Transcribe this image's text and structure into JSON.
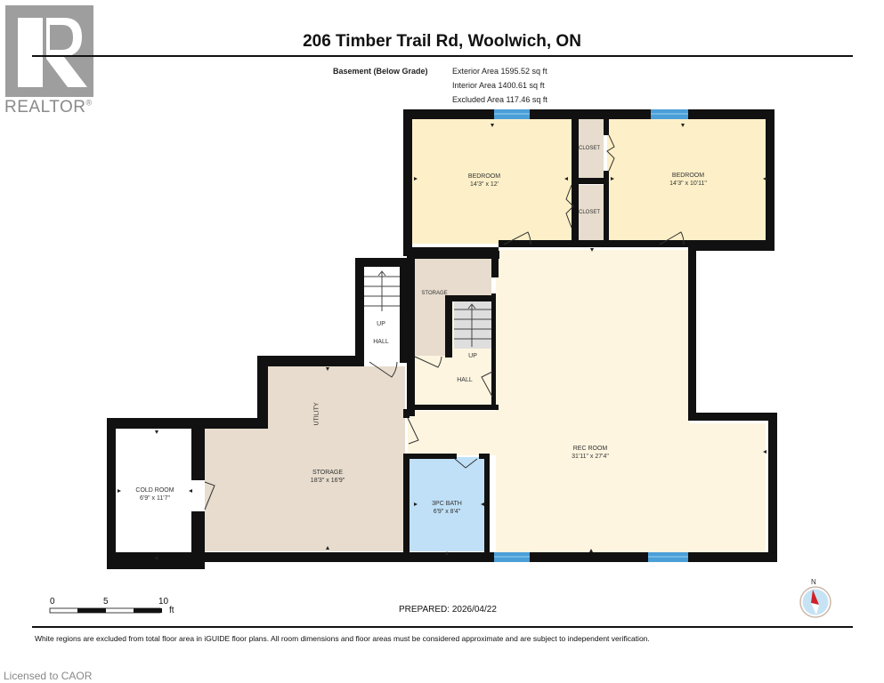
{
  "branding": {
    "logo_letter": "R",
    "logo_text": "REALTOR",
    "registered_mark": "®",
    "licensed_text": "Licensed to CAOR"
  },
  "header": {
    "title": "206 Timber Trail Rd, Woolwich, ON",
    "level_label": "Basement (Below Grade)",
    "exterior_area": "Exterior Area 1595.52 sq ft",
    "interior_area": "Interior Area 1400.61 sq ft",
    "excluded_area": "Excluded Area 117.46 sq ft"
  },
  "rooms": [
    {
      "name": "BEDROOM",
      "dims": "14'3\" x 12'",
      "fill": "#fdf0c8"
    },
    {
      "name": "CLOSET",
      "dims": "",
      "fill": "#e7dccd"
    },
    {
      "name": "BEDROOM",
      "dims": "14'3\" x 10'11\"",
      "fill": "#fdf0c8"
    },
    {
      "name": "CLOSET",
      "dims": "",
      "fill": "#e7dccd"
    },
    {
      "name": "STORAGE",
      "dims": "",
      "fill": "#e7dccd"
    },
    {
      "name": "UP",
      "dims": "",
      "fill": "#ffffff"
    },
    {
      "name": "HALL",
      "dims": "",
      "fill": "#ffffff"
    },
    {
      "name": "UP",
      "dims": "",
      "fill": "#fdf5e0"
    },
    {
      "name": "HALL",
      "dims": "",
      "fill": "#fdf5e0"
    },
    {
      "name": "UTILITY",
      "dims": "",
      "fill": "#e7dccd"
    },
    {
      "name": "STORAGE",
      "dims": "18'3\" x 16'9\"",
      "fill": "#e7dccd"
    },
    {
      "name": "COLD ROOM",
      "dims": "6'9\" x 11'7\"",
      "fill": "#ffffff"
    },
    {
      "name": "3PC BATH",
      "dims": "6'9\" x 8'4\"",
      "fill": "#bfe0f7"
    },
    {
      "name": "REC ROOM",
      "dims": "31'11\" x 27'4\"",
      "fill": "#fdf5e0"
    }
  ],
  "scale_bar": {
    "ticks": [
      "0",
      "5",
      "10"
    ],
    "unit": "ft"
  },
  "footer": {
    "prepared": "PREPARED: 2026/04/22",
    "disclaimer": "White regions are excluded from total floor area in iGUIDE floor plans. All room dimensions and floor areas must be considered approximate and are subject to independent verification.",
    "compass_label": "N"
  },
  "colors": {
    "wall": "#111111",
    "window": "#4a9fd8",
    "bedroom": "#fdf0c8",
    "living": "#fdf5e0",
    "storage": "#e7dccd",
    "bath": "#bfe0f7",
    "compass_red": "#d0202a",
    "compass_blue": "#c6e3f5"
  }
}
